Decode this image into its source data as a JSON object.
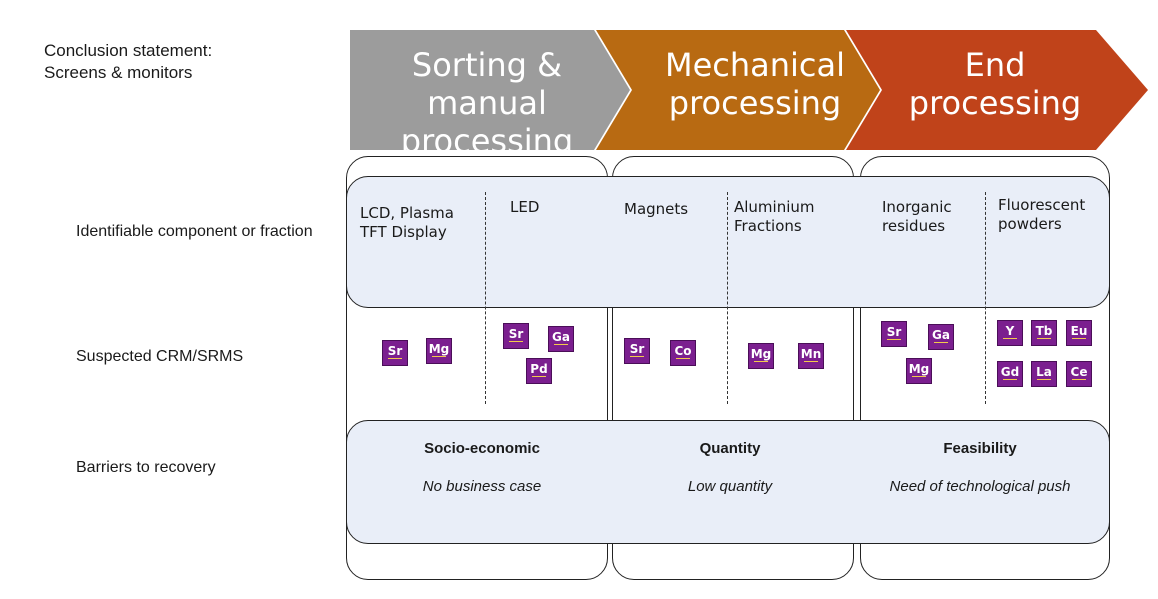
{
  "title": "Conclusion statement:\nScreens & monitors",
  "rows": {
    "components": "Identifiable component or fraction",
    "crm": "Suspected CRM/SRMS",
    "barriers": "Barriers to recovery"
  },
  "stages": [
    {
      "label": "Sorting & manual processing",
      "color": "#9c9c9c"
    },
    {
      "label": "Mechanical processing",
      "color": "#b86a12"
    },
    {
      "label": "End processing",
      "color": "#c0431a"
    }
  ],
  "components": [
    "LCD, Plasma TFT Display",
    "LED",
    "Magnets",
    "Aluminium Fractions",
    "Inorganic residues",
    "Fluorescent powders"
  ],
  "elements": {
    "lcd": [
      "Sr",
      "Mg"
    ],
    "led": [
      "Sr",
      "Ga",
      "Pd"
    ],
    "magnets": [
      "Sr",
      "Co"
    ],
    "aluminium": [
      "Mg",
      "Mn"
    ],
    "inorganic": [
      "Sr",
      "Ga",
      "Mg"
    ],
    "fluorescent": [
      "Y",
      "Tb",
      "Eu",
      "Gd",
      "La",
      "Ce"
    ]
  },
  "barriers": [
    {
      "title": "Socio-economic",
      "desc": "No business case"
    },
    {
      "title": "Quantity",
      "desc": "Low quantity"
    },
    {
      "title": "Feasibility",
      "desc": "Need of technological push"
    }
  ],
  "colors": {
    "tile": "#7b1f8f",
    "band": "#e9eef8"
  }
}
